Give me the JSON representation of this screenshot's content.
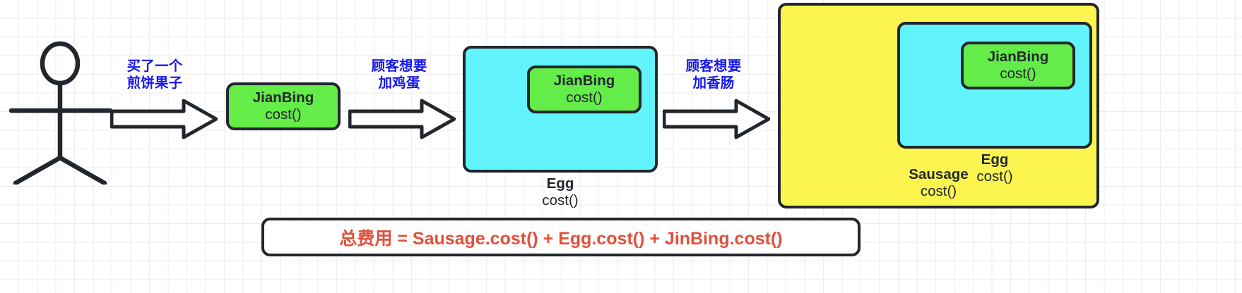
{
  "diagram": {
    "title": "JianBing decorator pattern",
    "background": {
      "color": "#ffffff",
      "grid_color": "#ededed"
    },
    "colors": {
      "stroke": "#22272e",
      "green": "#64ec48",
      "cyan": "#62f4fd",
      "yellow": "#fcf44f",
      "caption_blue": "#1616ef",
      "formula_red": "#e0513c"
    },
    "actor": {
      "name": "customer-stick-figure"
    },
    "arrows": [
      {
        "caption": "买了一个\n煎饼果子"
      },
      {
        "caption": "顾客想要\n加鸡蛋"
      },
      {
        "caption": "顾客想要\n加香肠"
      }
    ],
    "stage1": {
      "jianbing": {
        "title": "JianBing",
        "method": "cost()"
      }
    },
    "stage2": {
      "egg": {
        "title": "Egg",
        "method": "cost()"
      },
      "jianbing": {
        "title": "JianBing",
        "method": "cost()"
      }
    },
    "stage3": {
      "sausage": {
        "title": "Sausage",
        "method": "cost()"
      },
      "egg": {
        "title": "Egg",
        "method": "cost()"
      },
      "jianbing": {
        "title": "JianBing",
        "method": "cost()"
      }
    },
    "formula": {
      "text": "总费用 = Sausage.cost() + Egg.cost() + JinBing.cost()"
    }
  }
}
